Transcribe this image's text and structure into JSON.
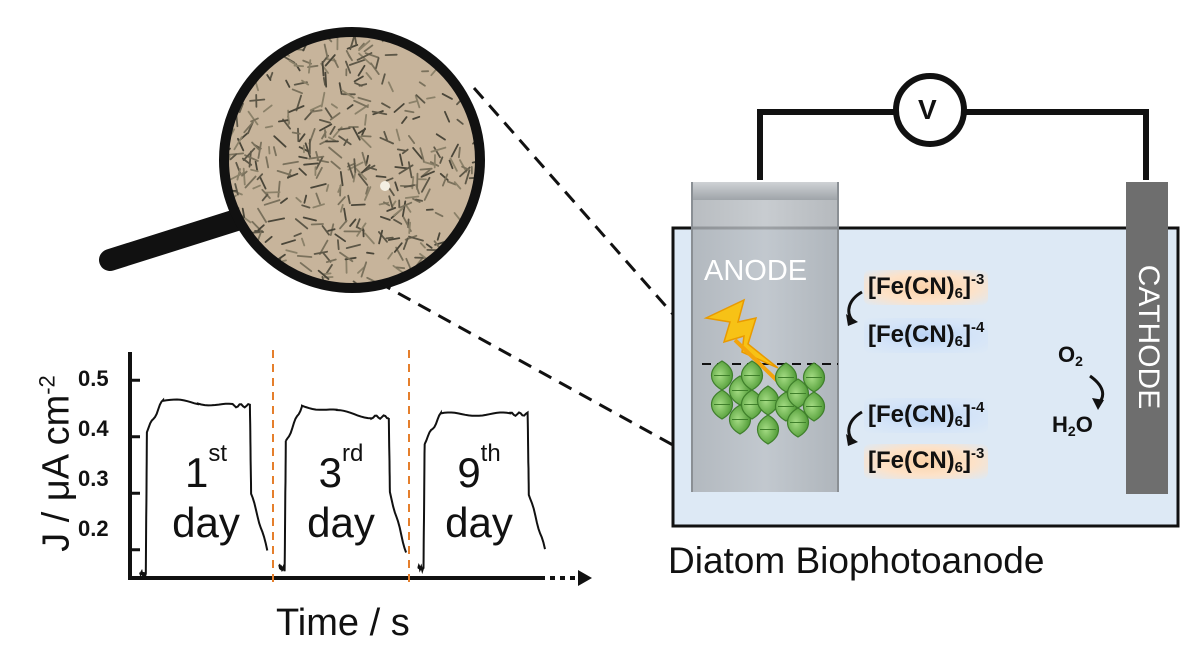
{
  "magnifier": {
    "icon": "magnifying-glass-icon",
    "content": "microscope image of diatom cells"
  },
  "graph": {
    "y_axis_label": "J / μA cm",
    "y_axis_exp": "-2",
    "x_axis_label": "Time / s",
    "y_ticks": [
      "0.5",
      "0.4",
      "0.3",
      "0.2"
    ],
    "days": [
      {
        "num": "1",
        "suffix": "st",
        "word": "day"
      },
      {
        "num": "3",
        "suffix": "rd",
        "word": "day"
      },
      {
        "num": "9",
        "suffix": "th",
        "word": "day"
      }
    ]
  },
  "chart_data": {
    "type": "line",
    "ylabel": "J / μA cm-2",
    "xlabel": "Time / s",
    "ylim": [
      0.15,
      0.55
    ],
    "y_ticks": [
      0.2,
      0.3,
      0.4,
      0.5
    ],
    "series": [
      {
        "x": [
          0,
          0.05,
          0.06,
          0.2,
          0.5,
          0.8,
          0.95,
          0.96,
          1.1
        ],
        "values": [
          0.16,
          0.155,
          0.41,
          0.465,
          0.46,
          0.455,
          0.455,
          0.3,
          0.2
        ]
      },
      {
        "x": [
          1.2,
          1.25,
          1.26,
          1.4,
          1.7,
          2.0,
          2.15,
          2.16,
          2.3
        ],
        "values": [
          0.17,
          0.165,
          0.39,
          0.455,
          0.445,
          0.435,
          0.435,
          0.3,
          0.195
        ]
      },
      {
        "x": [
          2.4,
          2.45,
          2.46,
          2.6,
          2.9,
          3.2,
          3.35,
          3.36,
          3.5
        ],
        "values": [
          0.17,
          0.165,
          0.39,
          0.44,
          0.44,
          0.44,
          0.44,
          0.3,
          0.2
        ]
      }
    ]
  },
  "cell": {
    "voltmeter": "V",
    "anode_label": "ANODE",
    "cathode_label": "CATHODE",
    "caption": "Diatom Biophotoanode",
    "redox_top": [
      {
        "base": "[Fe(CN)",
        "sub": "6",
        "close": "]",
        "charge": "-3",
        "color": "orange"
      },
      {
        "base": "[Fe(CN)",
        "sub": "6",
        "close": "]",
        "charge": "-4",
        "color": "blue"
      }
    ],
    "redox_bottom": [
      {
        "base": "[Fe(CN)",
        "sub": "6",
        "close": "]",
        "charge": "-4",
        "color": "blue"
      },
      {
        "base": "[Fe(CN)",
        "sub": "6",
        "close": "]",
        "charge": "-3",
        "color": "orange"
      }
    ],
    "o2": {
      "base": "O",
      "sub": "2"
    },
    "h2o": {
      "base": "H",
      "sub": "2",
      "tail": "O"
    }
  },
  "colors": {
    "electrolyte": "#dde9f5",
    "cathode": "#6d6d6d",
    "diatom": "#6dbb4a",
    "bolt": "#f6c012",
    "separator": "#e57f2c",
    "lens_bg": "#c8b49a"
  }
}
